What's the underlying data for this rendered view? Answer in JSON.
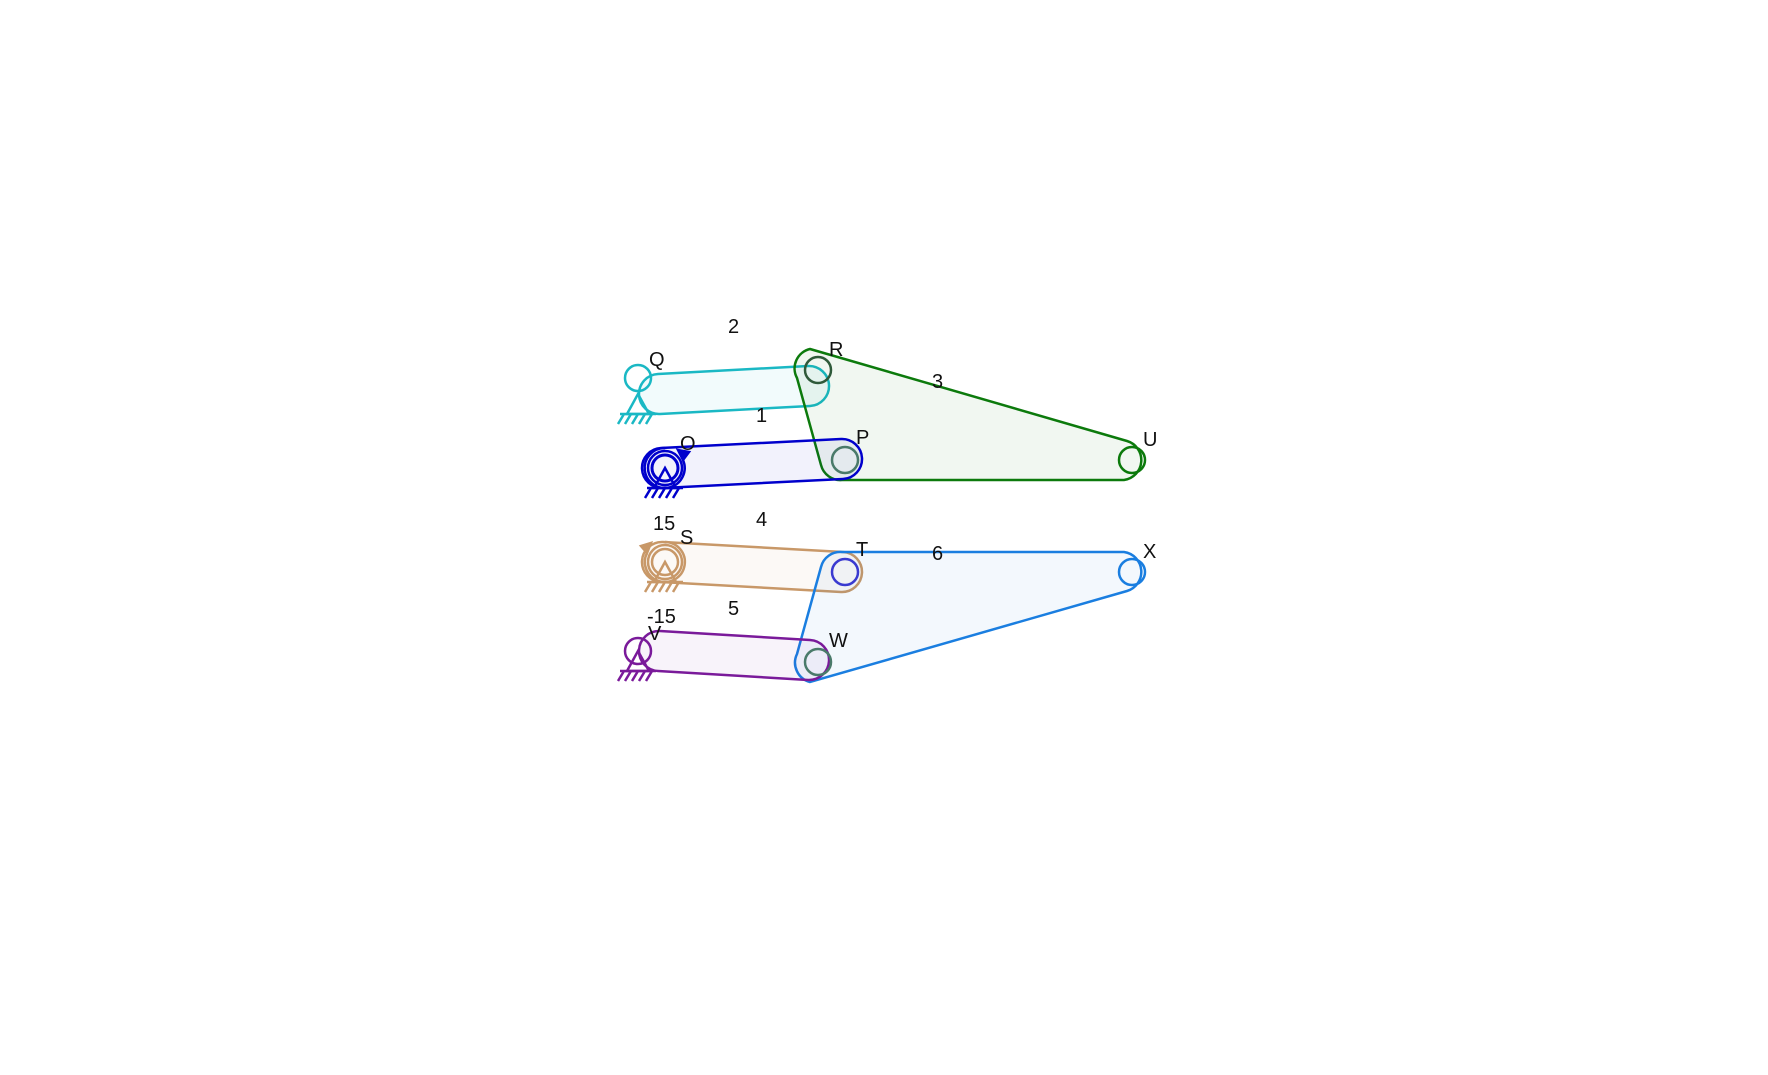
{
  "links": {
    "link1": {
      "label": "1",
      "color": "#0000cc"
    },
    "link2": {
      "label": "2",
      "color": "#1ab8c4"
    },
    "link3": {
      "label": "3",
      "color": "#0c7a0c"
    },
    "link4": {
      "label": "4",
      "color": "#c89868"
    },
    "link5": {
      "label": "5",
      "color": "#7a1a9a"
    },
    "link6": {
      "label": "6",
      "color": "#1a7ee0"
    }
  },
  "joints": {
    "O": "O",
    "P": "P",
    "Q": "Q",
    "R": "R",
    "S": "S",
    "T": "T",
    "U": "U",
    "V": "V",
    "W": "W",
    "X": "X"
  },
  "inputs": {
    "input_O": {
      "value": "15"
    },
    "input_S": {
      "value": "-15"
    }
  },
  "icons": {
    "ground": "ground-pivot-icon",
    "motor": "rotary-input-arrow-icon"
  }
}
